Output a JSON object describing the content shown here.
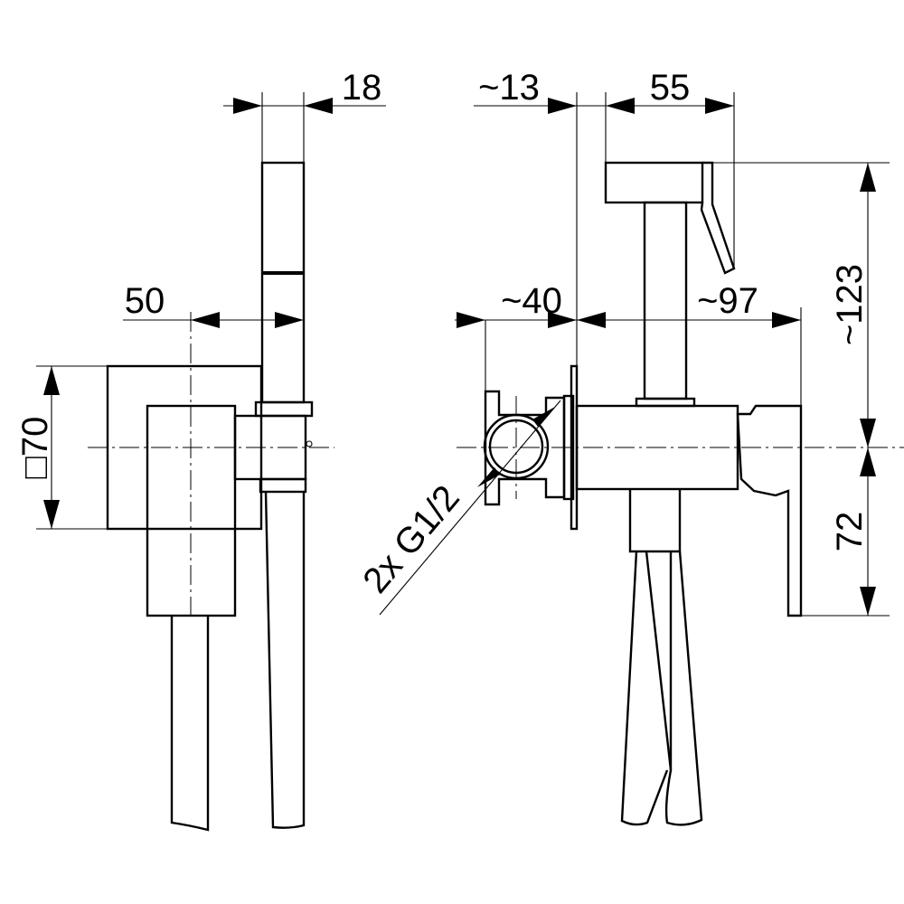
{
  "drawing": {
    "dimensions": {
      "width_18": "18",
      "offset_13": "~13",
      "width_55": "55",
      "width_50": "50",
      "depth_40": "~40",
      "depth_97": "~97",
      "height_123": "~123",
      "height_72": "72",
      "square_70": "□70",
      "thread": "2x G1/2"
    }
  }
}
